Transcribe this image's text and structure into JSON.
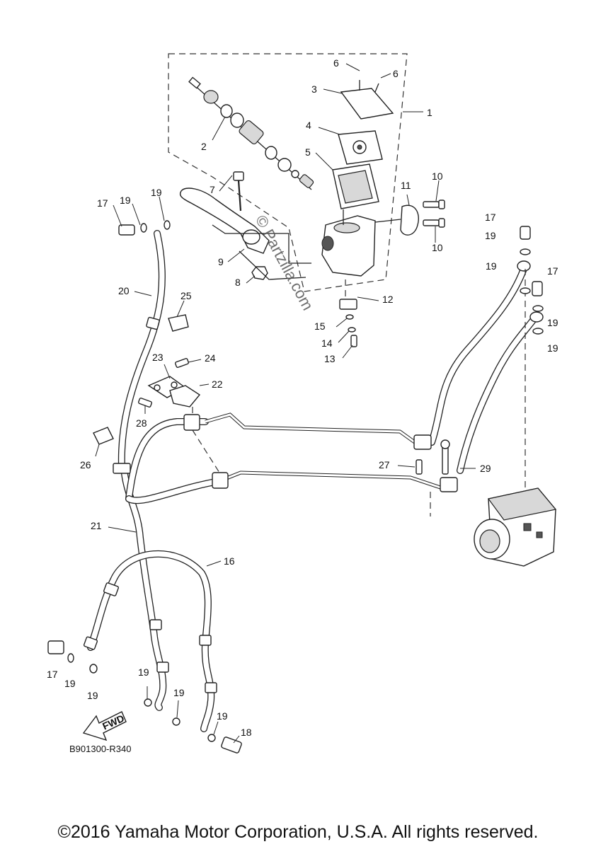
{
  "diagram": {
    "callouts": [
      {
        "id": "c1",
        "text": "1"
      },
      {
        "id": "c2",
        "text": "2"
      },
      {
        "id": "c3",
        "text": "3"
      },
      {
        "id": "c4",
        "text": "4"
      },
      {
        "id": "c5",
        "text": "5"
      },
      {
        "id": "c6a",
        "text": "6"
      },
      {
        "id": "c6b",
        "text": "6"
      },
      {
        "id": "c7",
        "text": "7"
      },
      {
        "id": "c8",
        "text": "8"
      },
      {
        "id": "c9",
        "text": "9"
      },
      {
        "id": "c10a",
        "text": "10"
      },
      {
        "id": "c10b",
        "text": "10"
      },
      {
        "id": "c11",
        "text": "11"
      },
      {
        "id": "c12",
        "text": "12"
      },
      {
        "id": "c13",
        "text": "13"
      },
      {
        "id": "c14",
        "text": "14"
      },
      {
        "id": "c15",
        "text": "15"
      },
      {
        "id": "c16",
        "text": "16"
      },
      {
        "id": "c17a",
        "text": "17"
      },
      {
        "id": "c17b",
        "text": "17"
      },
      {
        "id": "c17c",
        "text": "17"
      },
      {
        "id": "c17d",
        "text": "17"
      },
      {
        "id": "c18",
        "text": "18"
      },
      {
        "id": "c19a",
        "text": "19"
      },
      {
        "id": "c19b",
        "text": "19"
      },
      {
        "id": "c19c",
        "text": "19"
      },
      {
        "id": "c19d",
        "text": "19"
      },
      {
        "id": "c19e",
        "text": "19"
      },
      {
        "id": "c19f",
        "text": "19"
      },
      {
        "id": "c19g",
        "text": "19"
      },
      {
        "id": "c19h",
        "text": "19"
      },
      {
        "id": "c19i",
        "text": "19"
      },
      {
        "id": "c19j",
        "text": "19"
      },
      {
        "id": "c19k",
        "text": "19"
      },
      {
        "id": "c19l",
        "text": "19"
      },
      {
        "id": "c20",
        "text": "20"
      },
      {
        "id": "c21",
        "text": "21"
      },
      {
        "id": "c22",
        "text": "22"
      },
      {
        "id": "c23",
        "text": "23"
      },
      {
        "id": "c24",
        "text": "24"
      },
      {
        "id": "c25",
        "text": "25"
      },
      {
        "id": "c26",
        "text": "26"
      },
      {
        "id": "c27",
        "text": "27"
      },
      {
        "id": "c28",
        "text": "28"
      },
      {
        "id": "c29",
        "text": "29"
      }
    ],
    "fwd_label": "FWD",
    "ref_code": "B901300-R340",
    "watermark": "© Partzilla.com",
    "copyright": "©2016 Yamaha Motor Corporation, U.S.A. All rights reserved."
  }
}
